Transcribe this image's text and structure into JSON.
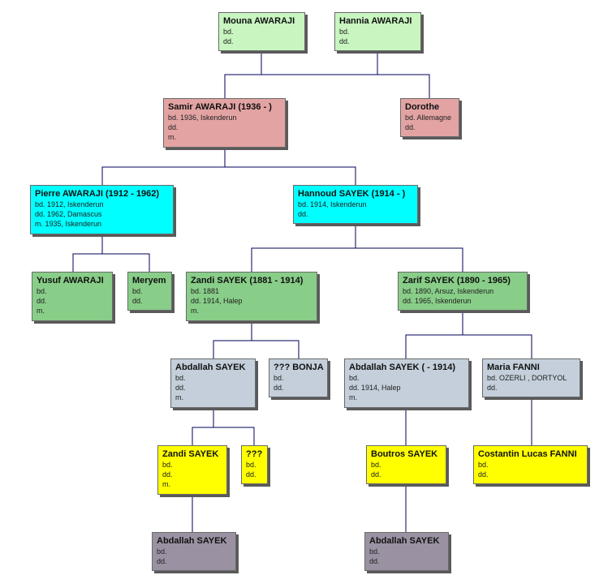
{
  "colors": {
    "green_light": "#c8f5c0",
    "rose": "#e3a3a3",
    "cyan": "#00ffff",
    "green": "#88cd88",
    "slate": "#c4cfdb",
    "yellow": "#ffff00",
    "gray_purple": "#9a92a2",
    "line": "#00005a"
  },
  "people": {
    "mouna": {
      "name": "Mouna AWARAJI",
      "lines": [
        "bd.",
        "dd."
      ]
    },
    "hannia": {
      "name": "Hannia AWARAJI",
      "lines": [
        "bd.",
        "dd."
      ]
    },
    "samir": {
      "name": "Samir AWARAJI (1936 - )",
      "lines": [
        "bd. 1936, Iskenderun",
        "dd.",
        "m."
      ]
    },
    "dorothe": {
      "name": "Dorothe",
      "lines": [
        "bd. Allemagne",
        "dd."
      ]
    },
    "pierre": {
      "name": "Pierre AWARAJI (1912 - 1962)",
      "lines": [
        "bd. 1912, Iskenderun",
        "dd. 1962, Damascus",
        "m. 1935, Iskenderun"
      ]
    },
    "hannoud": {
      "name": "Hannoud SAYEK (1914 - )",
      "lines": [
        "bd. 1914, Iskenderun",
        "dd."
      ]
    },
    "yusuf": {
      "name": "Yusuf AWARAJI",
      "lines": [
        "bd.",
        "dd.",
        "m."
      ]
    },
    "meryem": {
      "name": "Meryem",
      "lines": [
        "bd.",
        "dd."
      ]
    },
    "zandi1": {
      "name": "Zandi SAYEK (1881 - 1914)",
      "lines": [
        "bd. 1881",
        "dd. 1914, Halep",
        "m."
      ]
    },
    "zarif": {
      "name": "Zarif SAYEK (1890 - 1965)",
      "lines": [
        "bd. 1890, Arsuz, Iskenderun",
        "dd. 1965, Iskenderun"
      ]
    },
    "abdallah1": {
      "name": "Abdallah SAYEK",
      "lines": [
        "bd.",
        "dd.",
        "m."
      ]
    },
    "bonja": {
      "name": "??? BONJA",
      "lines": [
        "bd.",
        "dd."
      ]
    },
    "abdallah2": {
      "name": "Abdallah SAYEK ( - 1914)",
      "lines": [
        "bd.",
        "dd. 1914, Halep",
        "m."
      ]
    },
    "maria": {
      "name": "Maria FANNI",
      "lines": [
        "bd. OZERLI , DORTYOL",
        "dd."
      ]
    },
    "zandi2": {
      "name": "Zandi SAYEK",
      "lines": [
        "bd.",
        "dd.",
        "m."
      ]
    },
    "unknown": {
      "name": "???",
      "lines": [
        "bd.",
        "dd."
      ]
    },
    "boutros": {
      "name": "Boutros SAYEK",
      "lines": [
        "bd.",
        "dd."
      ]
    },
    "costantin": {
      "name": "Costantin Lucas FANNI",
      "lines": [
        "bd.",
        "dd."
      ]
    },
    "abdallah3": {
      "name": "Abdallah SAYEK",
      "lines": [
        "bd.",
        "dd."
      ]
    },
    "abdallah4": {
      "name": "Abdallah SAYEK",
      "lines": [
        "bd.",
        "dd."
      ]
    }
  }
}
